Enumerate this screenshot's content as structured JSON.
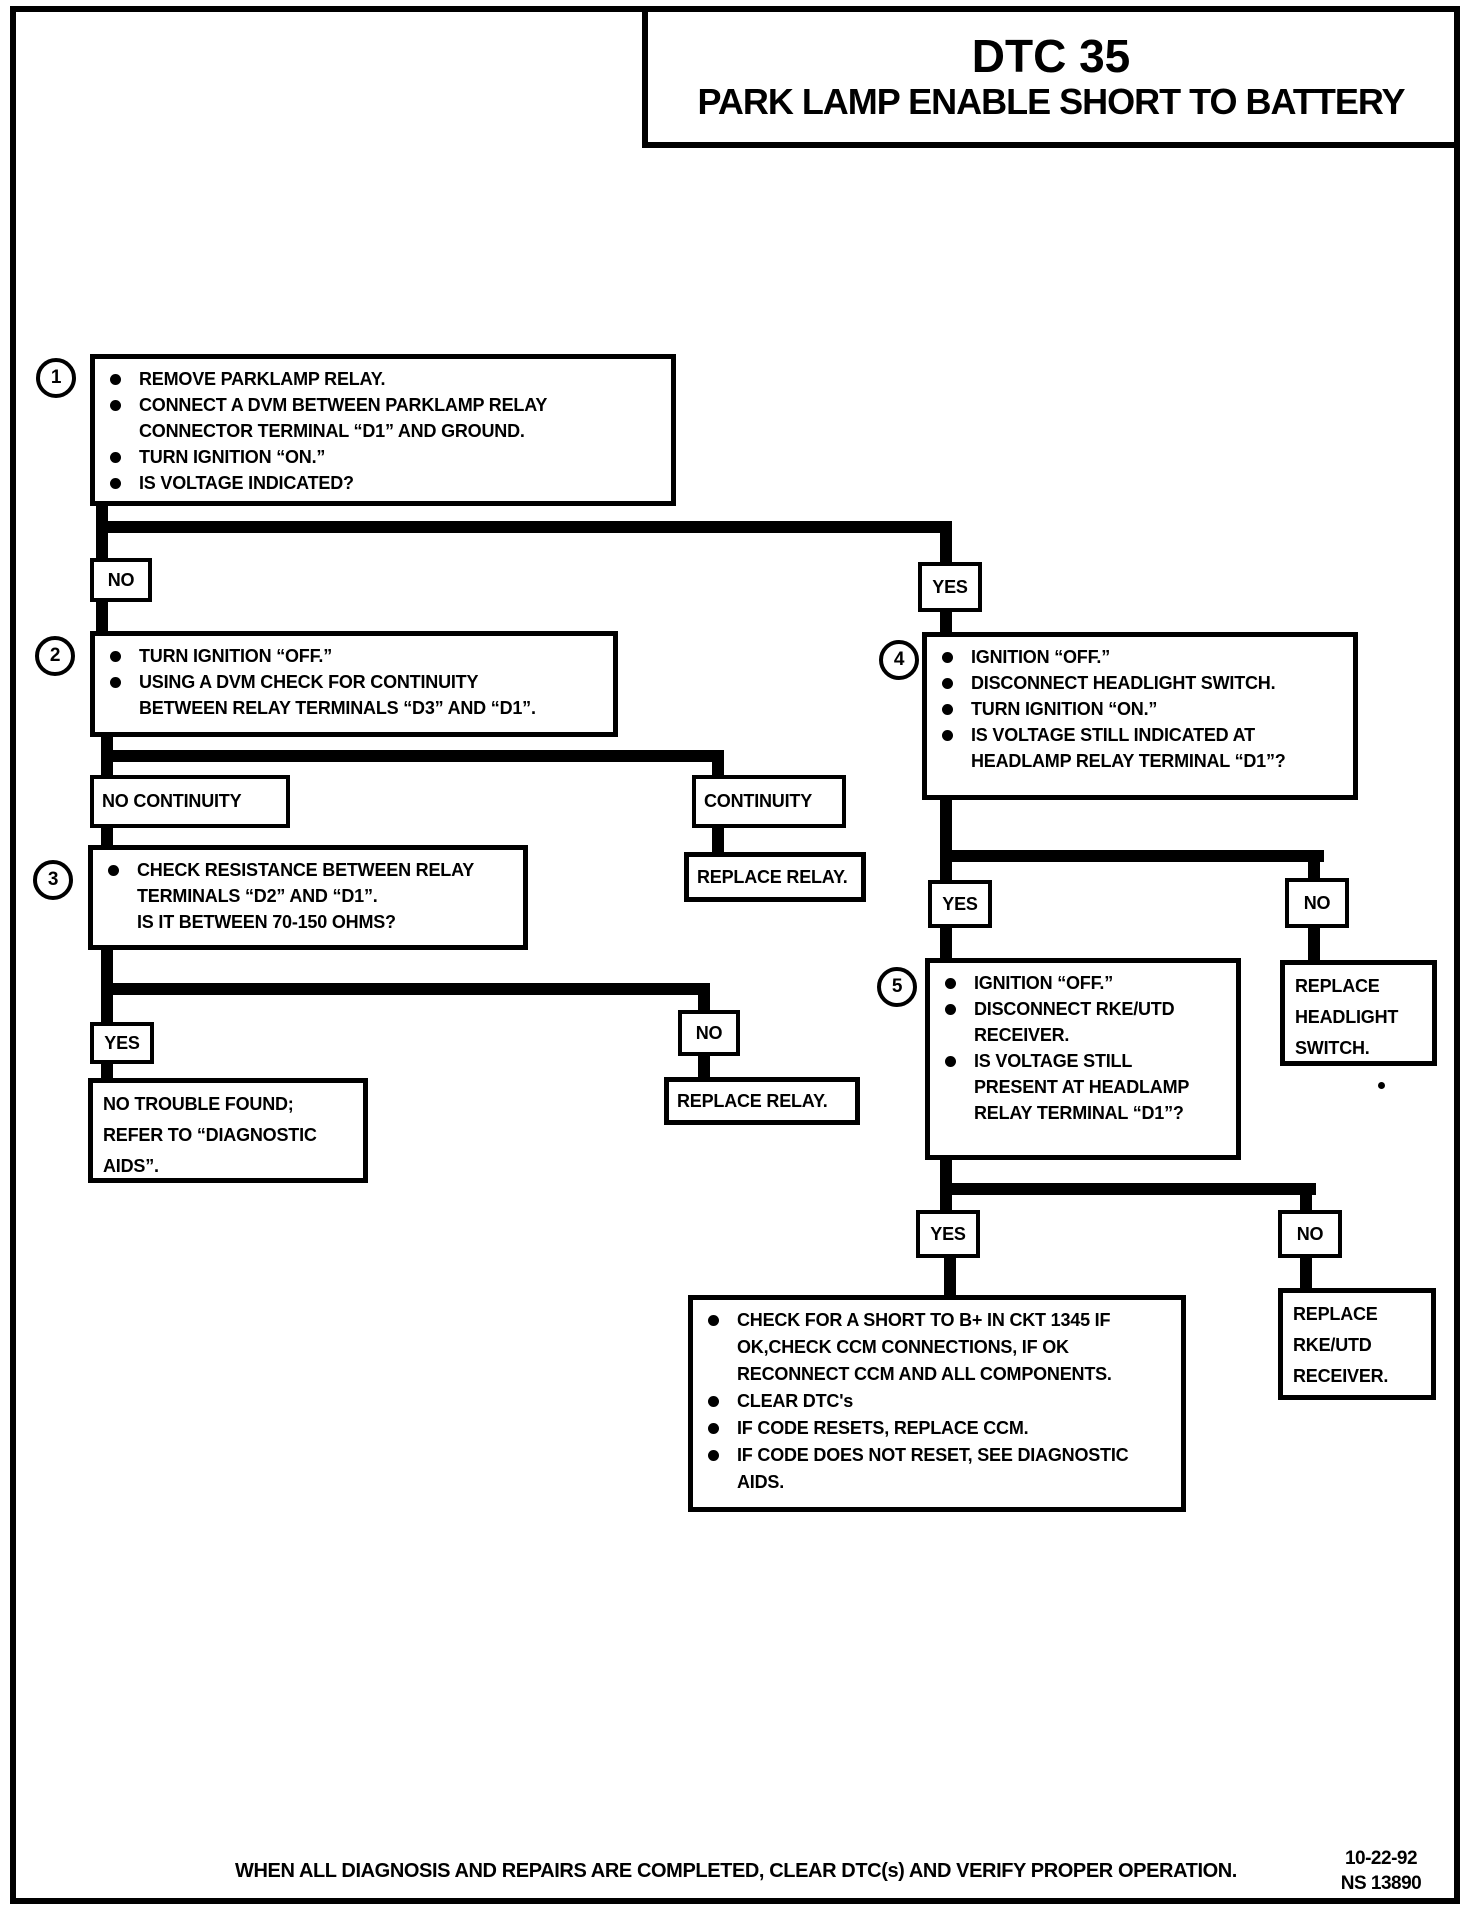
{
  "page": {
    "title": "DTC 35",
    "subtitle": "PARK LAMP ENABLE SHORT TO BATTERY",
    "footer_note": "WHEN ALL DIAGNOSIS AND REPAIRS ARE COMPLETED, CLEAR DTC(s) AND VERIFY PROPER OPERATION.",
    "footer_date": "10-22-92",
    "footer_code": "NS 13890"
  },
  "labels": {
    "yes": "YES",
    "no": "NO",
    "continuity": "CONTINUITY",
    "no_continuity": "NO CONTINUITY"
  },
  "steps": {
    "s1": {
      "num": "1",
      "lines": [
        "REMOVE PARKLAMP RELAY.",
        "CONNECT A DVM BETWEEN PARKLAMP RELAY",
        "CONNECTOR TERMINAL “D1” AND GROUND.",
        "TURN IGNITION “ON.”",
        "IS VOLTAGE INDICATED?"
      ]
    },
    "s2": {
      "num": "2",
      "lines": [
        "TURN IGNITION “OFF.”",
        "USING A DVM CHECK FOR CONTINUITY",
        "BETWEEN RELAY TERMINALS “D3” AND “D1”."
      ]
    },
    "s3": {
      "num": "3",
      "lines": [
        "CHECK RESISTANCE BETWEEN RELAY",
        "TERMINALS “D2” AND “D1”.",
        "IS IT BETWEEN 70-150 OHMS?"
      ]
    },
    "s4": {
      "num": "4",
      "lines": [
        "IGNITION “OFF.”",
        "DISCONNECT HEADLIGHT SWITCH.",
        "TURN IGNITION “ON.”",
        "IS VOLTAGE STILL INDICATED AT",
        "HEADLAMP RELAY TERMINAL “D1”?"
      ]
    },
    "s5": {
      "num": "5",
      "lines": [
        "IGNITION “OFF.”",
        "DISCONNECT RKE/UTD",
        "RECEIVER.",
        "IS VOLTAGE STILL",
        "PRESENT AT HEADLAMP",
        "RELAY TERMINAL “D1”?"
      ]
    },
    "final": {
      "lines": [
        "CHECK FOR A SHORT TO B+ IN CKT 1345 IF",
        "OK,CHECK CCM CONNECTIONS, IF OK",
        "RECONNECT CCM AND ALL COMPONENTS.",
        "CLEAR DTC's",
        "IF CODE RESETS, REPLACE CCM.",
        "IF CODE DOES NOT RESET, SEE DIAGNOSTIC",
        "AIDS."
      ]
    }
  },
  "outcomes": {
    "replace_relay": "REPLACE RELAY.",
    "no_trouble": [
      "NO TROUBLE FOUND;",
      "REFER TO “DIAGNOSTIC",
      "AIDS”."
    ],
    "replace_headlight": [
      "REPLACE",
      "HEADLIGHT",
      "SWITCH."
    ],
    "replace_rke": [
      "REPLACE",
      "RKE/UTD",
      "RECEIVER."
    ]
  }
}
